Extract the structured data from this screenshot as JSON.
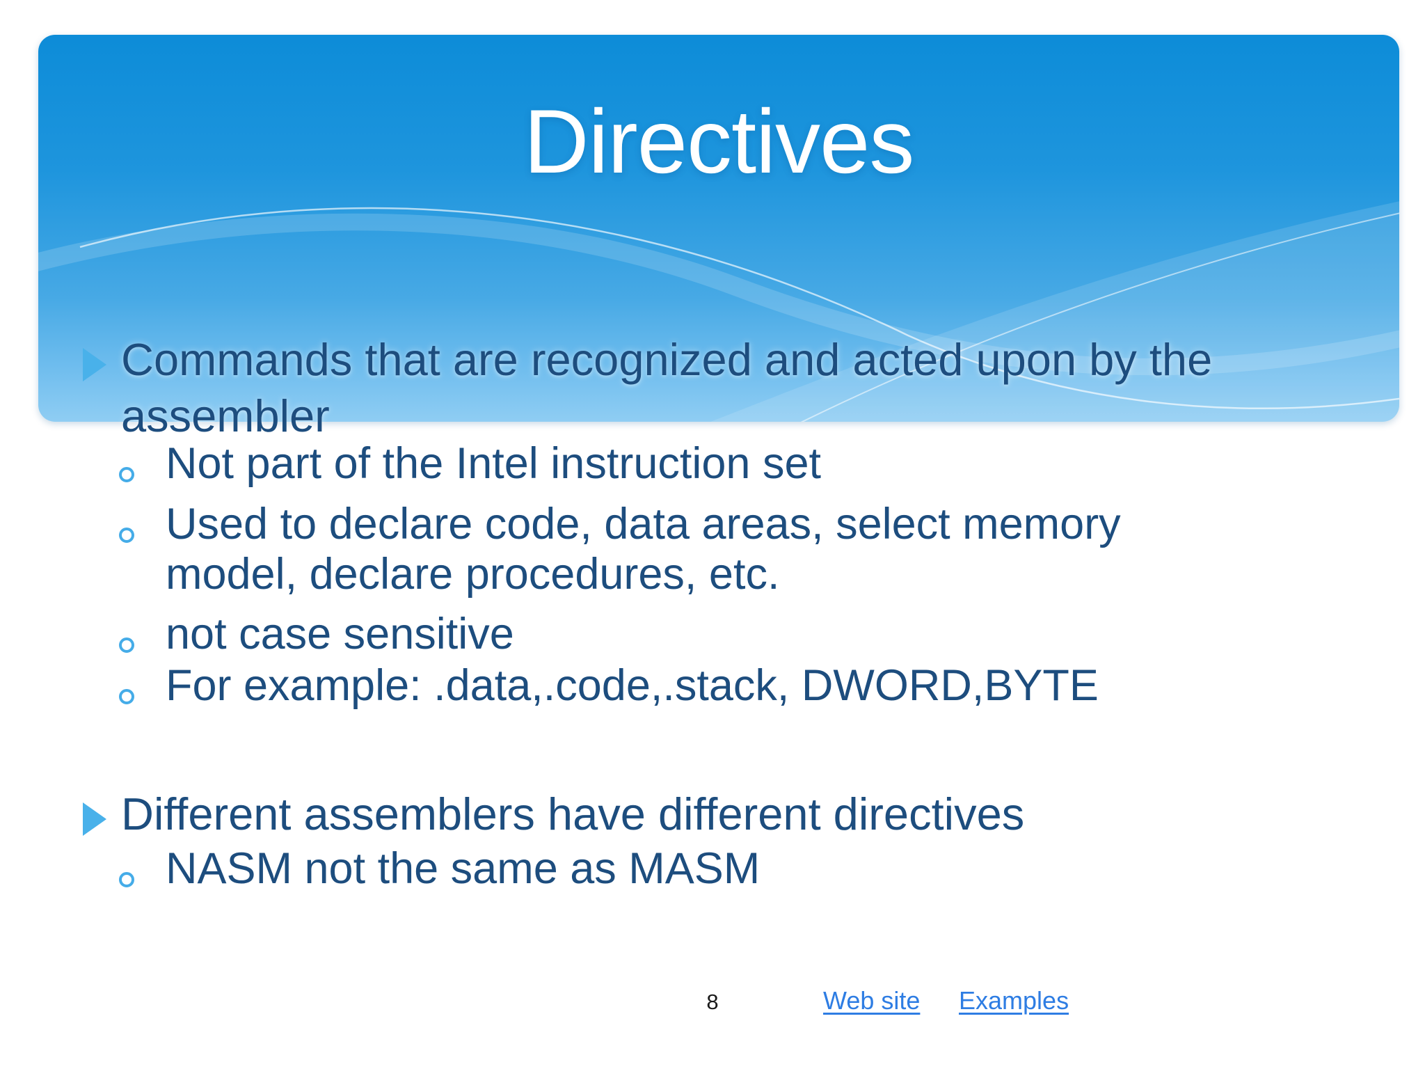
{
  "slide": {
    "title": "Directives",
    "page_number": "8",
    "links": [
      {
        "label": "Web site"
      },
      {
        "label": "Examples"
      }
    ],
    "bullets": [
      {
        "level": 1,
        "marker": "arrow-bullet-icon",
        "lines": [
          "Commands that are recognized and acted upon by the",
          "assembler"
        ]
      },
      {
        "level": 2,
        "marker": "circle-bullet-icon",
        "lines": [
          "Not part of the Intel instruction set"
        ]
      },
      {
        "level": 2,
        "marker": "circle-bullet-icon",
        "lines": [
          "Used to declare code, data areas, select memory",
          "model, declare procedures, etc."
        ]
      },
      {
        "level": 2,
        "marker": "circle-bullet-icon",
        "lines": [
          "not case sensitive"
        ]
      },
      {
        "level": 2,
        "marker": "circle-bullet-icon",
        "lines": [
          "For example: .data,.code,.stack, DWORD,BYTE"
        ]
      },
      {
        "level": 1,
        "marker": "arrow-bullet-icon",
        "lines": [
          "Different assemblers have different directives"
        ]
      },
      {
        "level": 2,
        "marker": "circle-bullet-icon",
        "lines": [
          "NASM not the same as MASM"
        ]
      }
    ],
    "colors": {
      "banner_gradient_top": "#0d8cd8",
      "banner_gradient_bottom": "#8fcdf3",
      "body_text": "#1d4d7e",
      "bullet_accent": "#45ace8",
      "link_blue": "#2e7de3",
      "title_text": "#ffffff",
      "page_number_text": "#1a1a1a"
    }
  }
}
